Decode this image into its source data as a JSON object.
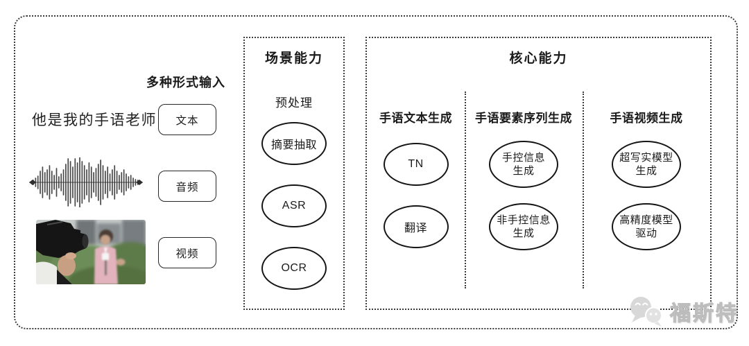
{
  "input_section": {
    "label": "多种形式输入",
    "sample_text": "他是我的手语老师",
    "items": [
      "文本",
      "音频",
      "视频"
    ]
  },
  "scene_box": {
    "title": "场景能力",
    "subtitle": "预处理",
    "nodes": [
      "摘要抽取",
      "ASR",
      "OCR"
    ]
  },
  "core_box": {
    "title": "核心能力",
    "columns": [
      {
        "header": "手语文本生成",
        "nodes": [
          "TN",
          "翻译"
        ]
      },
      {
        "header": "手语要素序列生成",
        "nodes": [
          "手控信息\n生成",
          "非手控信息\n生成"
        ]
      },
      {
        "header": "手语视频生成",
        "nodes": [
          "超写实模型\n生成",
          "高精度模型\n驱动"
        ]
      }
    ]
  },
  "watermark": {
    "text": "福斯特"
  },
  "colors": {
    "frame_border": "#3a3a3a",
    "node_border": "#141414",
    "text": "#1a1a1a",
    "watermark_gray": "#cccccc"
  }
}
